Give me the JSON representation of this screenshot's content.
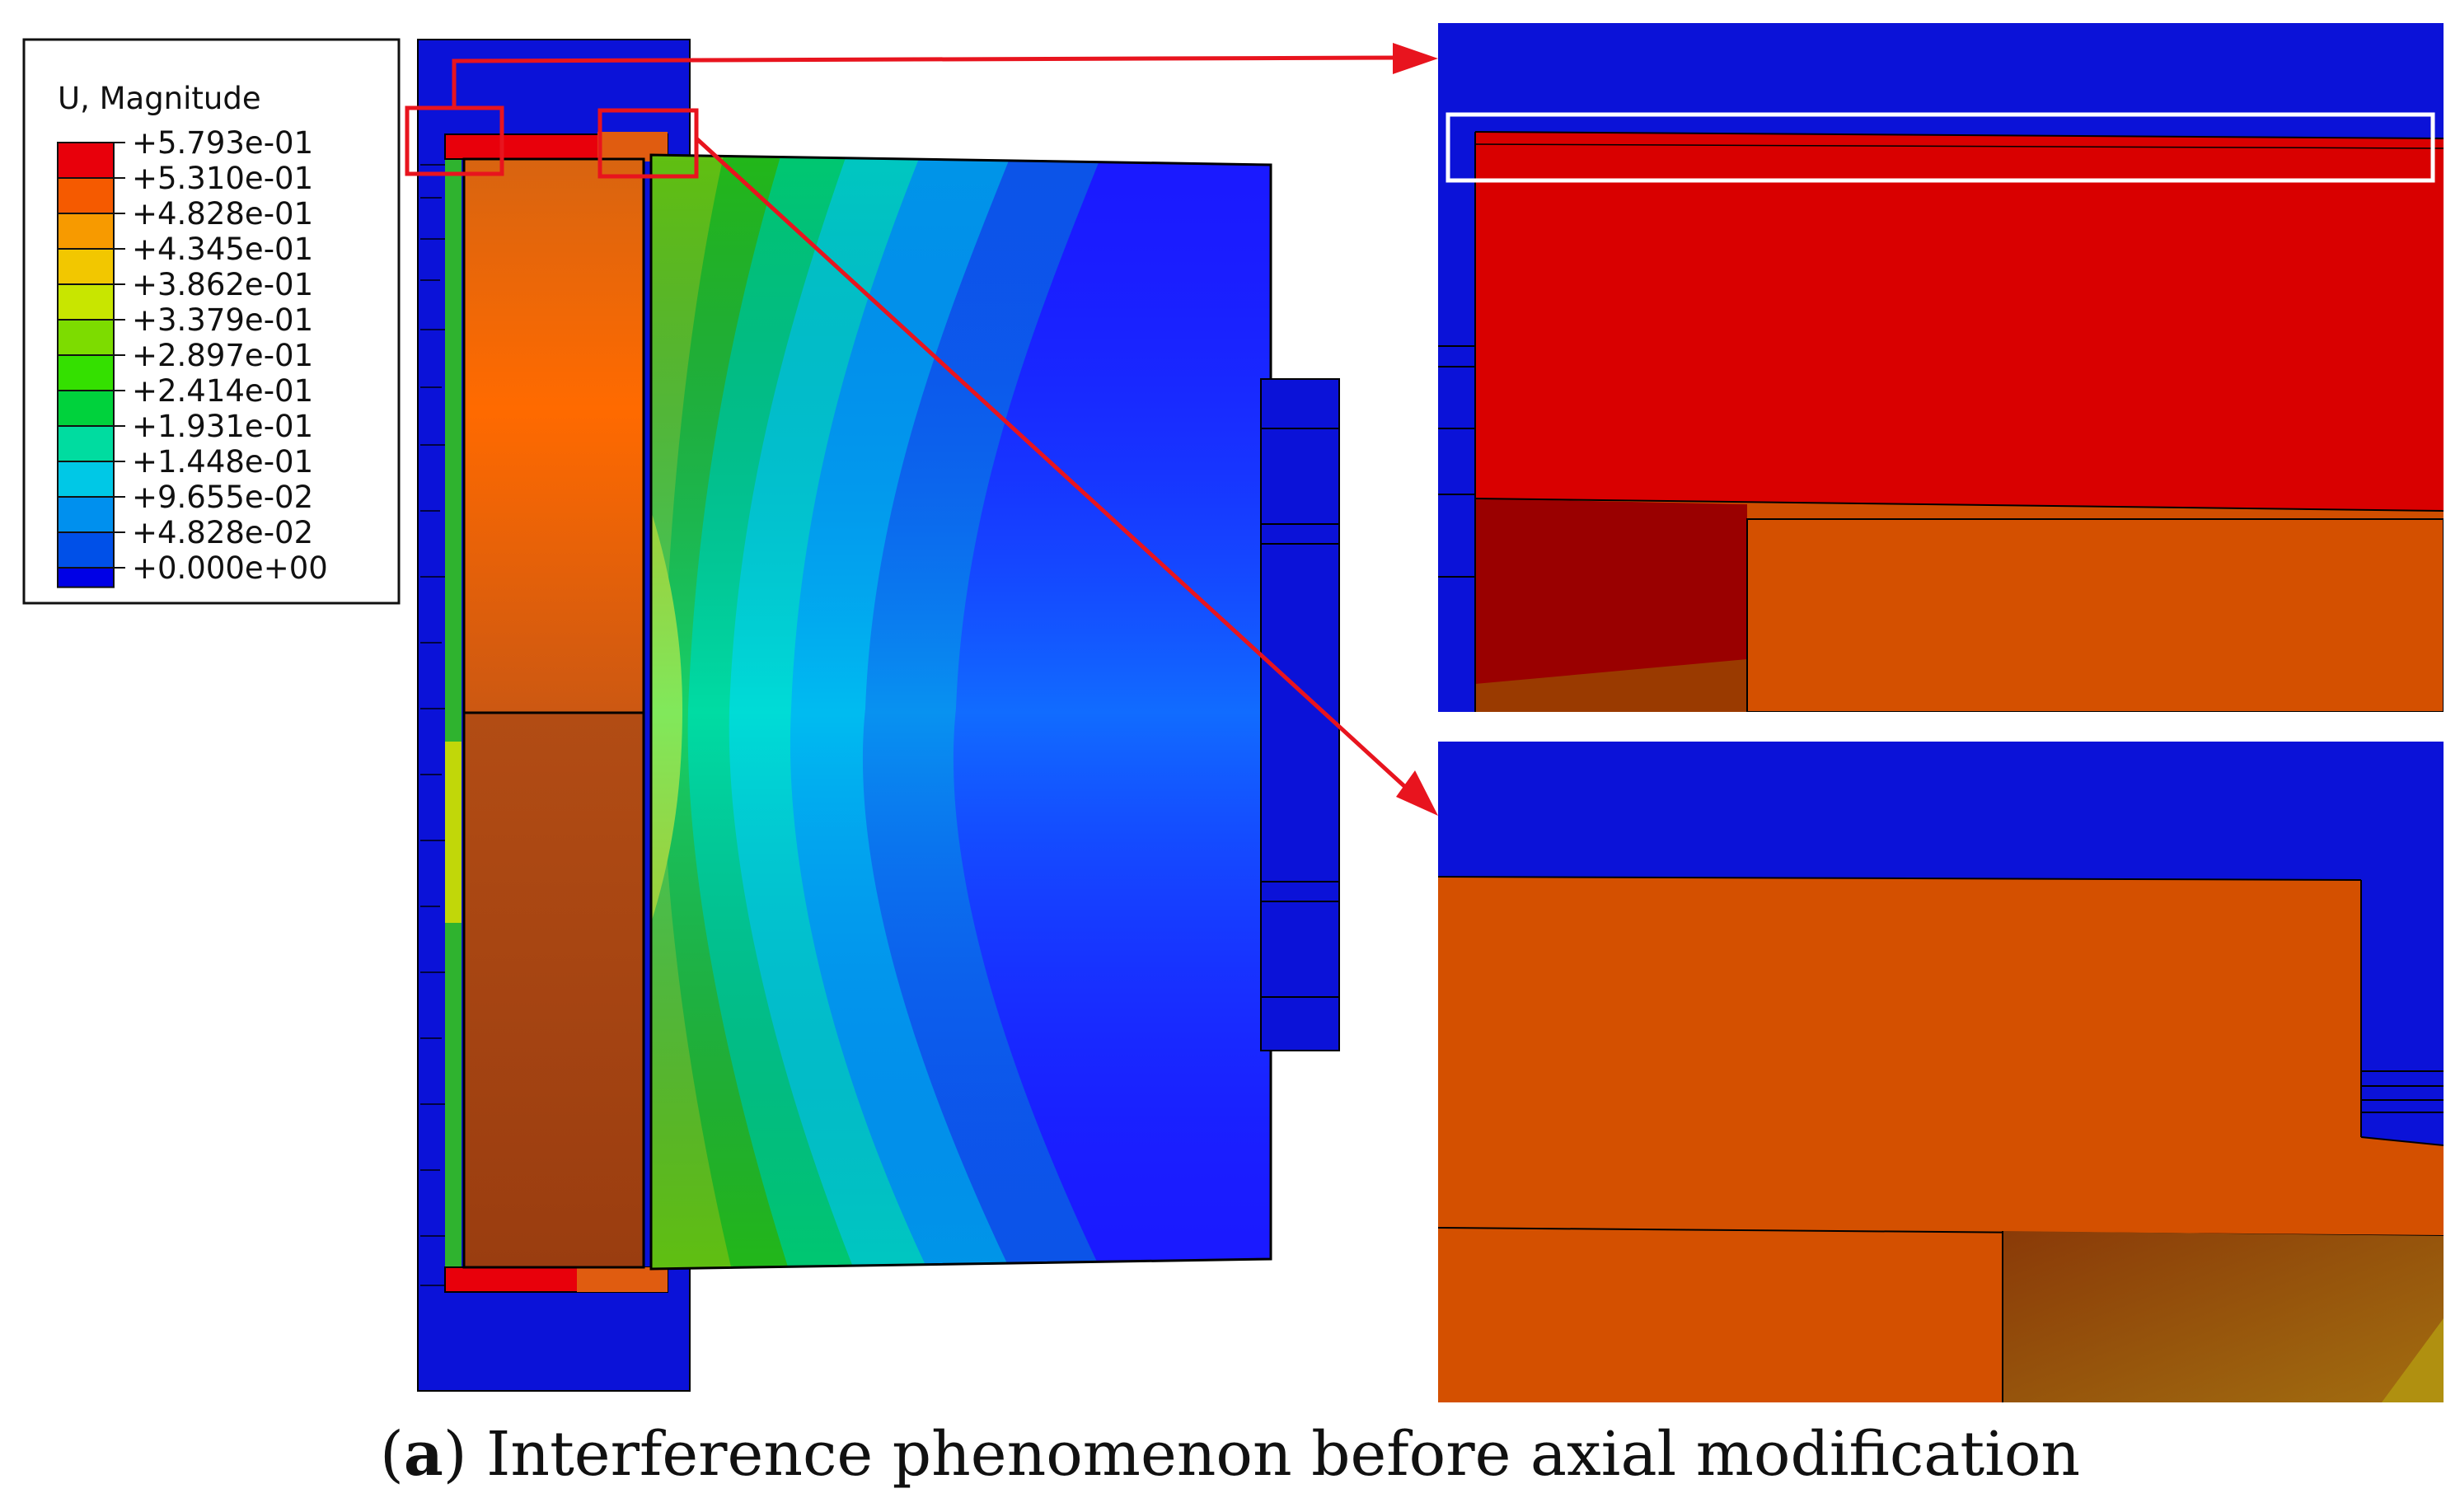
{
  "legend": {
    "title": "U, Magnitude",
    "labels": [
      "+5.793e-01",
      "+5.310e-01",
      "+4.828e-01",
      "+4.345e-01",
      "+3.862e-01",
      "+3.379e-01",
      "+2.897e-01",
      "+2.414e-01",
      "+1.931e-01",
      "+1.448e-01",
      "+9.655e-02",
      "+4.828e-02",
      "+0.000e+00"
    ],
    "colors": [
      "#e8000b",
      "#f55a00",
      "#f79a00",
      "#f2c700",
      "#c8e600",
      "#7ddc00",
      "#34e000",
      "#00d23c",
      "#00dca0",
      "#00c8e6",
      "#0090ee",
      "#0050e8",
      "#0000e6"
    ]
  },
  "colors": {
    "callout": "#e8141e",
    "highlight_box": "#ffffff",
    "housing_blue": "#0b12d8"
  },
  "caption": {
    "label": "a",
    "text": " Interference phenomenon before axial modification"
  }
}
